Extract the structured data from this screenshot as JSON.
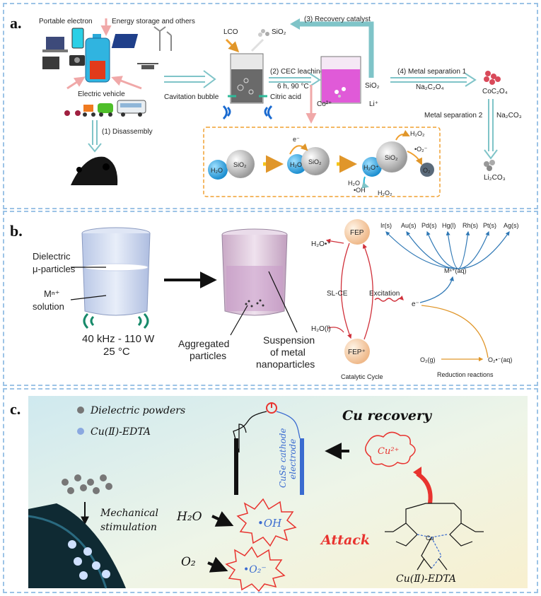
{
  "panel_a": {
    "letter": "a.",
    "portable_electron": "Portable electron",
    "energy_storage": "Energy storage and others",
    "electric_vehicle": "Electric vehicle",
    "disassembly": "(1) Disassembly",
    "cavitation_bubble": "Cavitation bubble",
    "citric_acid": "Citric acid",
    "lco": "LCO",
    "sio2_top": "SiO₂",
    "recovery_catalyst": "(3) Recovery catalyst",
    "cec_leaching": "(2) CEC leaching",
    "conditions": "6 h, 90 °C",
    "co2plus": "Co²⁺",
    "li_plus": "Li⁺",
    "sio2_beaker": "SiO₂",
    "metal_sep1": "(4) Metal separation 1",
    "na2c2o4": "Na₂C₂O₄",
    "coc2o4": "CoC₂O₄",
    "metal_sep2": "Metal separation 2",
    "na2co3": "Na₂CO₃",
    "li2co3": "Li₂CO₃",
    "mech": {
      "h2o_1": "H₂O",
      "sio2_1": "SiO₂",
      "e_minus": "e⁻",
      "h2o_2": "H₂O",
      "sio2_2": "SiO₂",
      "h2o_plus": "H₂O⁺",
      "sio2_3": "SiO₂",
      "h2o2_top": "H₂O₂",
      "o2_radical": "•O₂⁻",
      "o2": "O₂",
      "h2o_bottom": "H₂O",
      "oh": "•OH",
      "h2o2_bottom": "H₂O₂"
    }
  },
  "panel_b": {
    "letter": "b.",
    "dielectric_1": "Dielectric",
    "dielectric_2": "μ-particles",
    "mn_1": "Mⁿ⁺",
    "mn_2": "solution",
    "freq": "40 kHz - 110 W",
    "temp": "25 °C",
    "aggregated_1": "Aggregated",
    "aggregated_2": "particles",
    "suspension_1": "Suspension",
    "suspension_2": "of metal",
    "suspension_3": "nanoparticles",
    "fep": "FEP",
    "fep_plus": "FEP⁺",
    "h2o_radical": "H₂O•⁺",
    "sl_ce": "SL-CE",
    "h2o_l": "H₂O(l)",
    "excitation": "Excitation",
    "e_minus": "e⁻",
    "catalytic_cycle": "Catalytic Cycle",
    "mn_aq": "Mⁿ⁺(aq)",
    "o2g": "O₂(g)",
    "o2aq": "O₂•⁻(aq)",
    "reduction": "Reduction reactions",
    "metals": [
      "Ir(s)",
      "Au(s)",
      "Pd(s)",
      "Hg(l)",
      "Rh(s)",
      "Pt(s)",
      "Ag(s)"
    ]
  },
  "panel_c": {
    "letter": "c.",
    "legend_dielectric": "Dielectric powders",
    "legend_cu": "Cu(Ⅱ)-EDTA",
    "cu_recovery": "Cu recovery",
    "cathode_1": "CuSe cathode",
    "cathode_2": "electrode",
    "cu2plus": "Cu²⁺",
    "mech_1": "Mechanical",
    "mech_2": "stimulation",
    "h2o": "H₂O",
    "oh": "•OH",
    "o2": "O₂",
    "o2_radical": "•O₂⁻",
    "attack": "Attack",
    "cu_edta_label": "Cu(Ⅱ)-EDTA",
    "cu_atom": "Cu"
  },
  "colors": {
    "panel_border": "#9cc3e6",
    "cyan_arrow": "#7fc4c8",
    "red": "#e8332f",
    "orange": "#f0a030",
    "blue": "#2f78b5"
  }
}
